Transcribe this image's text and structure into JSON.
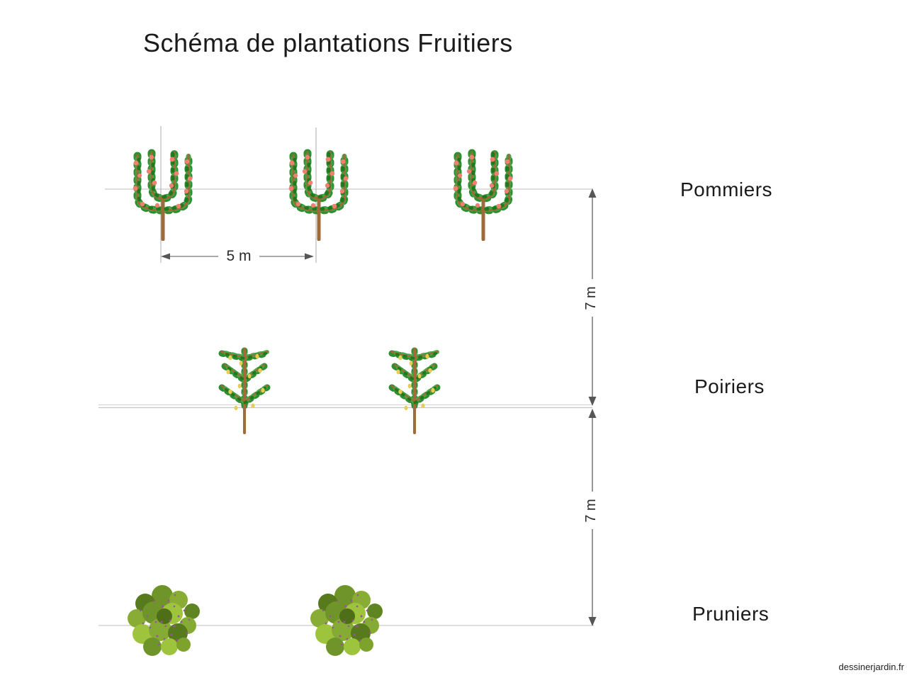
{
  "title": "Schéma de plantations Fruitiers",
  "rows": [
    {
      "label": "Pommiers",
      "tree_type": "apple-espalier",
      "tree_count": 3,
      "fruit_color": "#ef8171"
    },
    {
      "label": "Poiriers",
      "tree_type": "pear-palmette",
      "tree_count": 2,
      "fruit_color": "#e8cd55"
    },
    {
      "label": "Pruniers",
      "tree_type": "plum-bush",
      "tree_count": 2,
      "fruit_color": "#a050a0"
    }
  ],
  "dimensions": {
    "tree_spacing": "5 m",
    "row_spacing_1": "7 m",
    "row_spacing_2": "7 m"
  },
  "footer": {
    "credit": "dessinerjardin.fr"
  },
  "colors": {
    "background": "#ffffff",
    "text": "#1a1a1a",
    "row_line": "#cbcbcb",
    "dimension_line": "#979797",
    "arrow": "#565656",
    "leaf_green": "#3a9a3a",
    "branch_brown": "#9d6a39"
  }
}
